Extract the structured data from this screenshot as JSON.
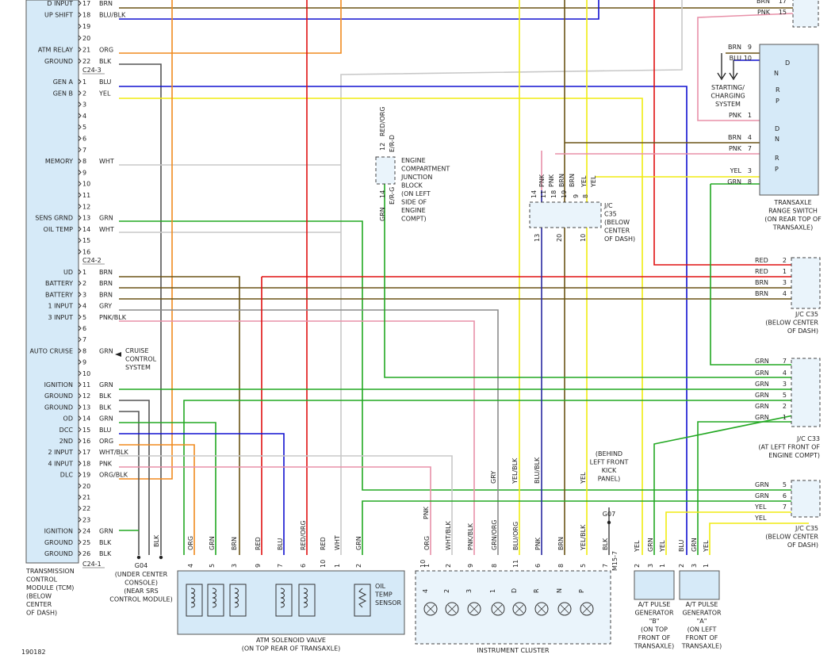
{
  "tcm": {
    "label": [
      "TRANSMISSION",
      "CONTROL",
      "MODULE (TCM)",
      "(BELOW",
      "CENTER",
      "OF DASH)"
    ],
    "top_labels": [
      {
        "pin": "17",
        "name": "D INPUT",
        "color": "BRN"
      },
      {
        "pin": "18",
        "name": "UP SHIFT",
        "color": "BLU/BLK"
      },
      {
        "pin": "19",
        "name": "",
        "color": ""
      },
      {
        "pin": "20",
        "name": "",
        "color": ""
      },
      {
        "pin": "21",
        "name": "ATM RELAY",
        "color": "ORG"
      },
      {
        "pin": "22",
        "name": "GROUND",
        "color": "BLK"
      }
    ],
    "conn_c24_3": "C24-3",
    "c24_3": [
      {
        "pin": "1",
        "name": "GEN A",
        "color": "BLU"
      },
      {
        "pin": "2",
        "name": "GEN B",
        "color": "YEL"
      },
      {
        "pin": "3",
        "name": "",
        "color": ""
      },
      {
        "pin": "4",
        "name": "",
        "color": ""
      },
      {
        "pin": "5",
        "name": "",
        "color": ""
      },
      {
        "pin": "6",
        "name": "",
        "color": ""
      },
      {
        "pin": "7",
        "name": "",
        "color": ""
      },
      {
        "pin": "8",
        "name": "MEMORY",
        "color": "WHT"
      },
      {
        "pin": "9",
        "name": "",
        "color": ""
      },
      {
        "pin": "10",
        "name": "",
        "color": ""
      },
      {
        "pin": "11",
        "name": "",
        "color": ""
      },
      {
        "pin": "12",
        "name": "",
        "color": ""
      },
      {
        "pin": "13",
        "name": "SENS GRND",
        "color": "GRN"
      },
      {
        "pin": "14",
        "name": "OIL TEMP",
        "color": "WHT"
      },
      {
        "pin": "15",
        "name": "",
        "color": ""
      },
      {
        "pin": "16",
        "name": "",
        "color": ""
      }
    ],
    "conn_c24_2": "C24-2",
    "c24_2": [
      {
        "pin": "1",
        "name": "UD",
        "color": "BRN"
      },
      {
        "pin": "2",
        "name": "BATTERY",
        "color": "BRN"
      },
      {
        "pin": "3",
        "name": "BATTERY",
        "color": "BRN"
      },
      {
        "pin": "4",
        "name": "1 INPUT",
        "color": "GRY"
      },
      {
        "pin": "5",
        "name": "3 INPUT",
        "color": "PNK/BLK"
      },
      {
        "pin": "6",
        "name": "",
        "color": ""
      },
      {
        "pin": "7",
        "name": "",
        "color": ""
      },
      {
        "pin": "8",
        "name": "AUTO CRUISE",
        "color": "GRN"
      },
      {
        "pin": "9",
        "name": "",
        "color": ""
      },
      {
        "pin": "10",
        "name": "",
        "color": ""
      },
      {
        "pin": "11",
        "name": "IGNITION",
        "color": "GRN"
      },
      {
        "pin": "12",
        "name": "GROUND",
        "color": "BLK"
      },
      {
        "pin": "13",
        "name": "GROUND",
        "color": "BLK"
      },
      {
        "pin": "14",
        "name": "OD",
        "color": "GRN"
      },
      {
        "pin": "15",
        "name": "DCC",
        "color": "BLU"
      },
      {
        "pin": "16",
        "name": "2ND",
        "color": "ORG"
      },
      {
        "pin": "17",
        "name": "2 INPUT",
        "color": "WHT/BLK"
      },
      {
        "pin": "18",
        "name": "4 INPUT",
        "color": "PNK"
      },
      {
        "pin": "19",
        "name": "DLC",
        "color": "ORG/BLK"
      },
      {
        "pin": "20",
        "name": "",
        "color": ""
      },
      {
        "pin": "21",
        "name": "",
        "color": ""
      },
      {
        "pin": "22",
        "name": "",
        "color": ""
      },
      {
        "pin": "23",
        "name": "",
        "color": ""
      },
      {
        "pin": "24",
        "name": "IGNITION",
        "color": "GRN"
      },
      {
        "pin": "25",
        "name": "GROUND",
        "color": "BLK"
      },
      {
        "pin": "26",
        "name": "GROUND",
        "color": "BLK"
      }
    ],
    "conn_c24_1": "C24-1"
  },
  "cruise": [
    "CRUISE",
    "CONTROL",
    "SYSTEM"
  ],
  "g04": {
    "id": "G04",
    "desc": [
      "(UNDER CENTER",
      "CONSOLE)",
      "(NEAR SRS",
      "CONTROL MODULE)"
    ],
    "wire": "BLK"
  },
  "ecjb": {
    "top_pin": "12",
    "top_wire": "RED/ORG",
    "top_conn": "E/R-D",
    "bot_pin": "14",
    "bot_wire": "GRN",
    "bot_conn": "E/R-G",
    "desc": [
      "ENGINE",
      "COMPARTMENT",
      "JUNCTION",
      "BLOCK",
      "(ON LEFT",
      "SIDE OF",
      "ENGINE",
      "COMPT)"
    ]
  },
  "jc_dash_top": {
    "pins": [
      {
        "pin": "14",
        "wire": "PNK"
      },
      {
        "pin": "11",
        "wire": "PNK"
      },
      {
        "pin": "18",
        "wire": "BRN"
      },
      {
        "pin": "19",
        "wire": "BRN"
      },
      {
        "pin": "9",
        "wire": "YEL"
      },
      {
        "pin": "8",
        "wire": "YEL"
      }
    ],
    "bottom": [
      "13",
      "20",
      "10"
    ],
    "desc": [
      "J/C",
      "C35",
      "(BELOW",
      "CENTER",
      "OF DASH)"
    ]
  },
  "range_switch": {
    "pins": [
      {
        "wire": "BRN",
        "pin": "9"
      },
      {
        "wire": "BLU",
        "pin": "10"
      },
      {
        "wire": "PNK",
        "pin": "1"
      },
      {
        "wire": "BRN",
        "pin": "4"
      },
      {
        "wire": "PNK",
        "pin": "7"
      },
      {
        "wire": "YEL",
        "pin": "3"
      },
      {
        "wire": "GRN",
        "pin": "8"
      }
    ],
    "top_pins": [
      {
        "wire": "BRN",
        "pin": "17"
      },
      {
        "wire": "PNK",
        "pin": "15"
      }
    ],
    "positions": [
      "D",
      "N",
      "R",
      "P"
    ],
    "starting": [
      "STARTING/",
      "CHARGING",
      "SYSTEM"
    ],
    "desc": [
      "TRANSAXLE",
      "RANGE SWITCH",
      "(ON REAR TOP OF",
      "TRANSAXLE)"
    ]
  },
  "jc_c35_mid": {
    "pins": [
      {
        "wire": "RED",
        "pin": "2"
      },
      {
        "wire": "RED",
        "pin": "1"
      },
      {
        "wire": "BRN",
        "pin": "3"
      },
      {
        "wire": "BRN",
        "pin": "4"
      }
    ],
    "desc": [
      "J/C C35",
      "(BELOW CENTER",
      "OF DASH)"
    ]
  },
  "jc_c33": {
    "pins": [
      {
        "wire": "GRN",
        "pin": "7"
      },
      {
        "wire": "GRN",
        "pin": "4"
      },
      {
        "wire": "GRN",
        "pin": "3"
      },
      {
        "wire": "GRN",
        "pin": "5"
      },
      {
        "wire": "GRN",
        "pin": "2"
      },
      {
        "wire": "GRN",
        "pin": "1"
      }
    ],
    "desc": [
      "J/C C33",
      "(AT LEFT FRONT OF",
      "ENGINE COMPT)"
    ]
  },
  "jc_c35_low": {
    "pins": [
      {
        "wire": "GRN",
        "pin": "5"
      },
      {
        "wire": "GRN",
        "pin": "6"
      },
      {
        "wire": "YEL",
        "pin": "7"
      },
      {
        "wire": "YEL",
        "pin": ""
      }
    ],
    "desc": [
      "J/C C35",
      "(BELOW CENTER",
      "OF DASH)"
    ]
  },
  "g07": {
    "id": "G07",
    "desc": [
      "(BEHIND",
      "LEFT FRONT",
      "KICK",
      "PANEL)"
    ]
  },
  "solenoid": {
    "pins": [
      {
        "wire": "ORG",
        "pin": "4"
      },
      {
        "wire": "GRN",
        "pin": "5"
      },
      {
        "wire": "BRN",
        "pin": "3"
      },
      {
        "wire": "RED",
        "pin": "9"
      },
      {
        "wire": "BLU",
        "pin": "7"
      },
      {
        "wire": "RED/ORG",
        "pin": "6"
      },
      {
        "wire": "RED",
        "pin": "10"
      },
      {
        "wire": "WHT",
        "pin": "1"
      },
      {
        "wire": "GRN",
        "pin": "2"
      }
    ],
    "desc": [
      "ATM SOLENOID VALVE",
      "(ON TOP REAR OF TRANSAXLE)"
    ],
    "sensor": [
      "OIL",
      "TEMP",
      "SENSOR"
    ]
  },
  "cluster": {
    "pins": [
      {
        "wire": "PNK",
        "pin": "10"
      },
      {
        "wire": "ORG",
        "pin": "1"
      },
      {
        "wire": "WHT/BLK",
        "pin": "2"
      },
      {
        "wire": "PNK/BLK",
        "pin": "9"
      },
      {
        "wire": "GRN/ORG",
        "pin": "8"
      },
      {
        "wire": "BLU/ORG",
        "pin": "11"
      },
      {
        "wire": "PNK",
        "pin": "6"
      },
      {
        "wire": "BRN",
        "pin": "8"
      },
      {
        "wire": "YEL/BLK",
        "pin": "5"
      },
      {
        "wire": "BLK",
        "pin": "7"
      }
    ],
    "upper_wires": [
      "GRY",
      "YEL/BLK",
      "BLU/BLK",
      "YEL"
    ],
    "indicators": [
      "4",
      "2",
      "3",
      "1",
      "D",
      "R",
      "N",
      "P"
    ],
    "conn": "M15-7",
    "desc": "INSTRUMENT CLUSTER"
  },
  "pulse_b": {
    "pins": [
      {
        "wire": "YEL",
        "pin": "2"
      },
      {
        "wire": "GRN",
        "pin": "3"
      },
      {
        "wire": "YEL",
        "pin": "1"
      }
    ],
    "desc": [
      "A/T PULSE",
      "GENERATOR",
      "\"B\"",
      "(ON TOP",
      "FRONT OF",
      "TRANSAXLE)"
    ]
  },
  "pulse_a": {
    "pins": [
      {
        "wire": "BLU",
        "pin": "2"
      },
      {
        "wire": "GRN",
        "pin": "3"
      },
      {
        "wire": "YEL",
        "pin": "1"
      }
    ],
    "desc": [
      "A/T PULSE",
      "GENERATOR",
      "\"A\"",
      "(ON LEFT",
      "FRONT OF",
      "TRANSAXLE)"
    ]
  },
  "figure_id": "190182",
  "colors": {
    "BRN": "#6b5416",
    "BLU": "#1010d0",
    "YEL": "#f0ec10",
    "WHT": "#c8c8c8",
    "GRN": "#22a822",
    "ORG": "#f08a1e",
    "BLK": "#555555",
    "RED": "#e01010",
    "PNK": "#e890a8",
    "GRY": "#8c8c8c",
    "BLUBLK": "#2828a0",
    "box": "#d6eaf8"
  }
}
